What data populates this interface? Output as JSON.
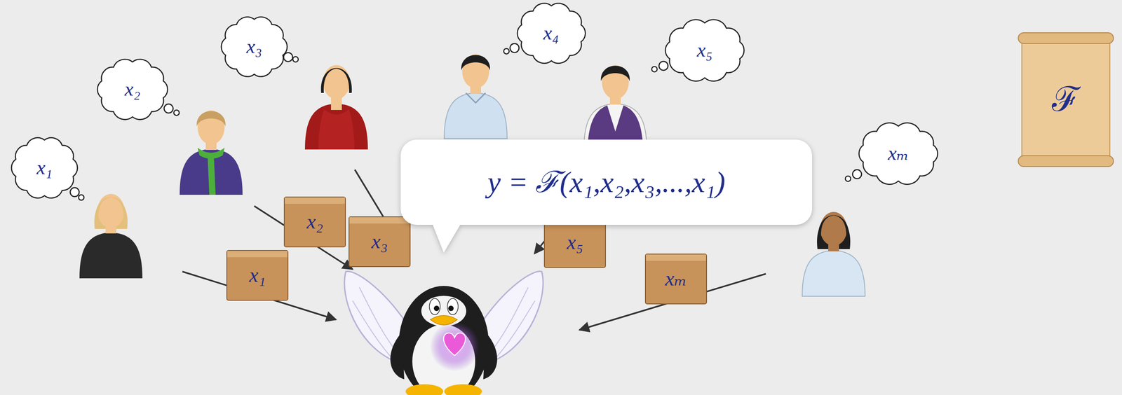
{
  "diagram": {
    "nodes": [
      {
        "text": [
          "x₃"
        ]
      },
      {
        "text": [
          "x₄"
        ]
      },
      {
        "text": [
          "x₅"
        ]
      },
      {
        "text": [
          "ℱ"
        ]
      },
      {
        "text": [
          "x₂"
        ]
      },
      {
        "text": [
          "x₁"
        ]
      },
      {
        "text": [
          "xₘ"
        ]
      },
      {
        "text": [
          "y = ℱ(x₁,x₂,x₃,...,x₁)"
        ]
      },
      {
        "text": [
          "x₂"
        ]
      },
      {
        "text": [
          "x₃"
        ]
      },
      {
        "text": [
          "x₅"
        ]
      },
      {
        "text": [
          "x₁"
        ]
      },
      {
        "text": [
          "xₘ"
        ]
      }
    ]
  }
}
